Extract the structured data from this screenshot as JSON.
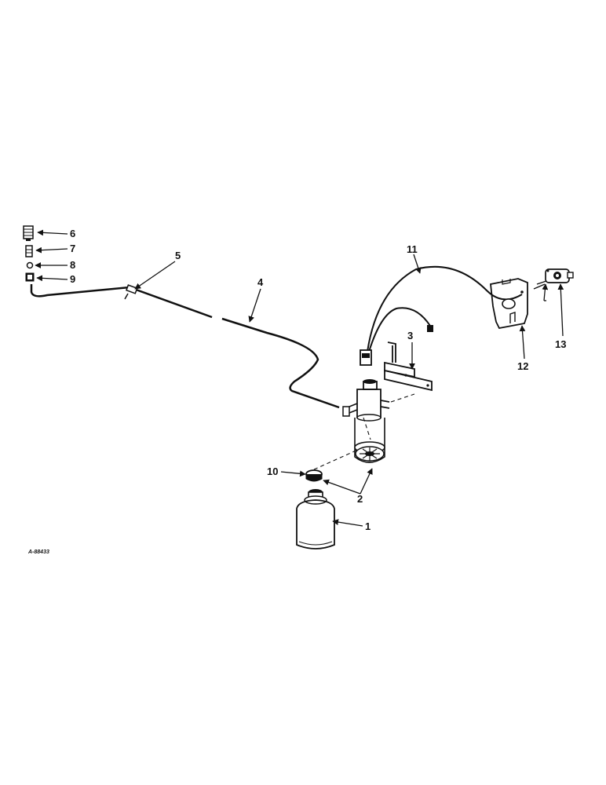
{
  "figure": {
    "reference_code": "A-88433"
  },
  "callouts": [
    {
      "id": "1",
      "label": "1"
    },
    {
      "id": "2",
      "label": "2"
    },
    {
      "id": "3",
      "label": "3"
    },
    {
      "id": "4",
      "label": "4"
    },
    {
      "id": "5",
      "label": "5"
    },
    {
      "id": "6",
      "label": "6"
    },
    {
      "id": "7",
      "label": "7"
    },
    {
      "id": "8",
      "label": "8"
    },
    {
      "id": "9",
      "label": "9"
    },
    {
      "id": "10",
      "label": "10"
    },
    {
      "id": "11",
      "label": "11"
    },
    {
      "id": "12",
      "label": "12"
    },
    {
      "id": "13",
      "label": "13"
    }
  ],
  "colors": {
    "ink": "#111111",
    "paper": "#ffffff"
  }
}
